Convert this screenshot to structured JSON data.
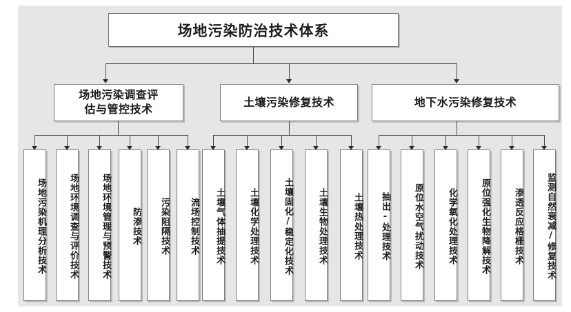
{
  "diagram": {
    "type": "hierarchy-tree",
    "title": "场地污染防治技术体系",
    "root": {
      "label": "场地污染防治技术体系"
    },
    "branches": [
      {
        "id": "investigation",
        "label": "场地污染调查评估与管控技术",
        "label_line1": "场地污染调查评",
        "label_line2": "估与管控技术",
        "leaves": [
          {
            "label": "场地污染机理分析技术"
          },
          {
            "label": "场地环境调查与评价技术"
          },
          {
            "label": "场地环境管理与预警技术"
          },
          {
            "label": "防渗技术"
          },
          {
            "label": "污染阻隔技术"
          },
          {
            "label": "流场控制技术"
          }
        ]
      },
      {
        "id": "soil-remediation",
        "label": "土壤污染修复技术",
        "label_line1": "土壤污染修复技术",
        "label_line2": "",
        "leaves": [
          {
            "label": "土壤气体抽提技术"
          },
          {
            "label": "土壤化学处理技术"
          },
          {
            "label": "土壤固化/稳定化技术"
          },
          {
            "label": "土壤生物处理技术"
          },
          {
            "label": "土壤热处理技术"
          }
        ]
      },
      {
        "id": "groundwater-remediation",
        "label": "地下水污染修复技术",
        "label_line1": "地下水污染修复技术",
        "label_line2": "",
        "leaves": [
          {
            "label": "抽出-处理技术"
          },
          {
            "label": "原位水空气扰动技术"
          },
          {
            "label": "化学氧化处理技术"
          },
          {
            "label": "原位强化生物降解技术"
          },
          {
            "label": "渗透反应格栅技术"
          },
          {
            "label": "监测自然衰减/修复技术"
          }
        ]
      }
    ],
    "colors": {
      "background": "#ffffff",
      "panel": "#e6e6e6",
      "node_fill": "#ffffff",
      "node_border": "#7d7d7d",
      "connector": "#4a4a4a",
      "text": "#1c1c1c"
    }
  }
}
